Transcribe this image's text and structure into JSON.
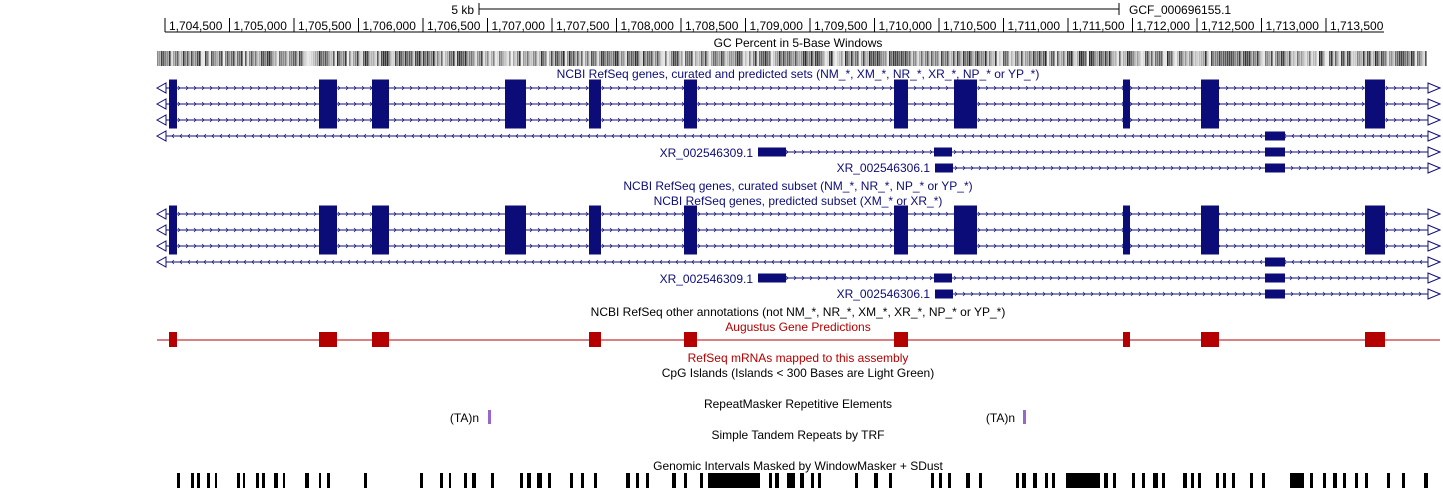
{
  "ruler": {
    "scale_label": "5 kb",
    "assembly_label": "GCF_000696155.1",
    "positions": [
      "1,704,500",
      "1,705,000",
      "1,705,500",
      "1,706,000",
      "1,706,500",
      "1,707,000",
      "1,707,500",
      "1,708,000",
      "1,708,500",
      "1,709,000",
      "1,709,500",
      "1,710,000",
      "1,710,500",
      "1,711,000",
      "1,711,500",
      "1,712,000",
      "1,712,500",
      "1,713,000",
      "1,713,500"
    ]
  },
  "tracks": {
    "gc_percent": "GC Percent in 5-Base Windows",
    "refseq_all": "NCBI RefSeq genes, curated and predicted sets (NM_*, XM_*, NR_*, XR_*, NP_* or YP_*)",
    "refseq_curated": "NCBI RefSeq genes, curated subset (NM_*, NR_*, NP_* or YP_*)",
    "refseq_predicted": "NCBI RefSeq genes, predicted subset (XM_* or XR_*)",
    "refseq_other": "NCBI RefSeq other annotations (not NM_*, NR_*, XM_*, XR_*, NP_* or YP_*)",
    "augustus": "Augustus Gene Predictions",
    "refseq_mrnas": "RefSeq mRNAs mapped to this assembly",
    "cpg": "CpG Islands (Islands < 300 Bases are Light Green)",
    "repeatmasker": "RepeatMasker Repetitive Elements",
    "trf": "Simple Tandem Repeats by TRF",
    "windowmasker": "Genomic Intervals Masked by WindowMasker + SDust"
  },
  "transcripts": {
    "xr_a": "XR_002546309.1",
    "xr_b": "XR_002546306.1"
  },
  "repeats": [
    "(TA)n",
    "(TA)n"
  ],
  "colors": {
    "gene": "#0c0c78",
    "augustus": "#b40000",
    "repeat": "#9966cc",
    "text": "#000000"
  }
}
